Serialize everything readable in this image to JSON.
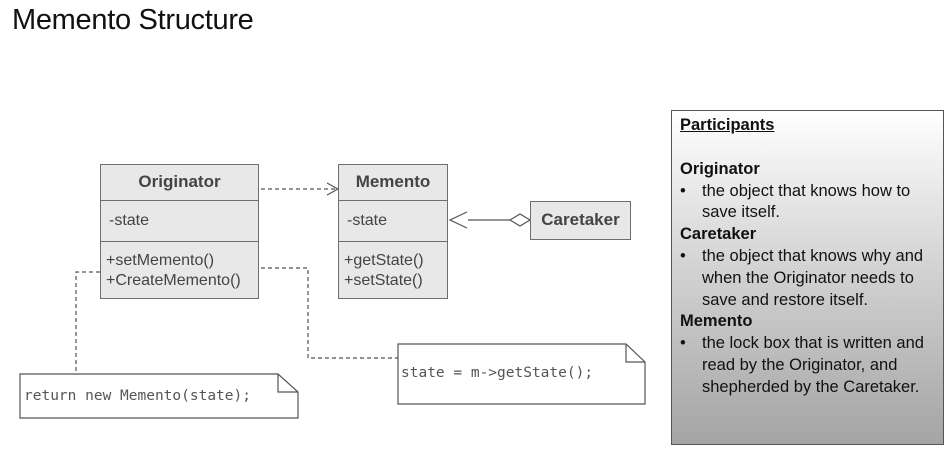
{
  "title": "Memento Structure",
  "classes": {
    "originator": {
      "name": "Originator",
      "attributes": [
        "-state"
      ],
      "operations": [
        "+setMemento()",
        "+CreateMemento()"
      ]
    },
    "memento": {
      "name": "Memento",
      "attributes": [
        "-state"
      ],
      "operations": [
        "+getState()",
        "+setState()"
      ]
    },
    "caretaker": {
      "name": "Caretaker"
    }
  },
  "notes": {
    "create_memento": "return new Memento(state);",
    "set_memento": "state = m->getState();"
  },
  "participants": {
    "heading": "Participants",
    "sections": [
      {
        "name": "Originator",
        "bullets": [
          "the object that knows how to save itself."
        ]
      },
      {
        "name": "Caretaker",
        "bullets": [
          "the object that knows why and when the Originator needs to save and restore itself."
        ]
      },
      {
        "name": "Memento",
        "bullets": [
          "the lock box that is written and read by the Originator, and shepherded by the Caretaker."
        ]
      }
    ]
  }
}
